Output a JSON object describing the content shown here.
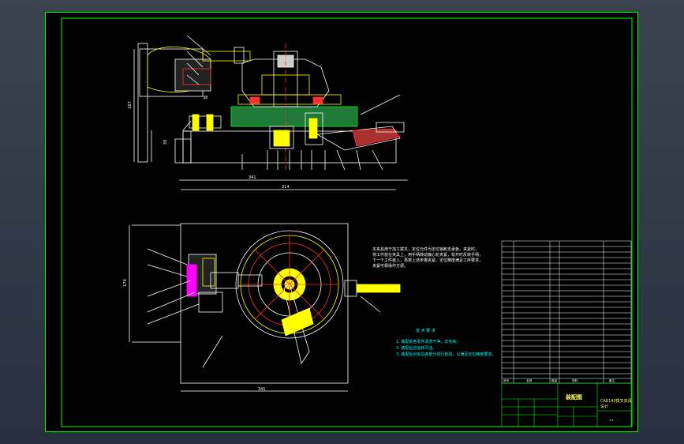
{
  "drawing": {
    "title_block": {
      "drawing_name": "装配图",
      "part_name": "CA6140拨叉夹具",
      "part_name_line2": "设计",
      "header_cells": [
        "序号",
        "名称",
        "数量",
        "材料",
        "备注"
      ],
      "scale": "1:1"
    },
    "tech_requirements": {
      "heading": "技 术 要 求",
      "items": [
        "1. 装配前各零件清洗干净，去毛刺。",
        "2. 装配后应运转灵活。",
        "3. 装配后对夹具各部分进行检验，以满足定位精度要求。"
      ]
    },
    "work_note": {
      "lines": [
        "本夹具用于加工拨叉，定位元件为定位销和支承板，夹紧时，",
        "将工件放在夹具上，用手柄转动偏心轮夹紧，松开时反转手柄，",
        "下一个工件装入，再按上述步骤夹紧。定位精度满足工序要求，",
        "夹紧可靠操作方便。"
      ]
    },
    "dimensions": {
      "top_width_1": "341",
      "top_width_2": "314",
      "top_height": "167",
      "top_height_2": "38",
      "side_30": "30",
      "bottom_width": "341",
      "bottom_height": "176"
    },
    "colors": {
      "frame": "#00ff00",
      "outline": "#ffffff",
      "yellow": "#ffff00",
      "cyan": "#00ffff",
      "green_fill": "#1f7a3a",
      "red": "#ff3030",
      "magenta": "#ff00ff"
    }
  }
}
